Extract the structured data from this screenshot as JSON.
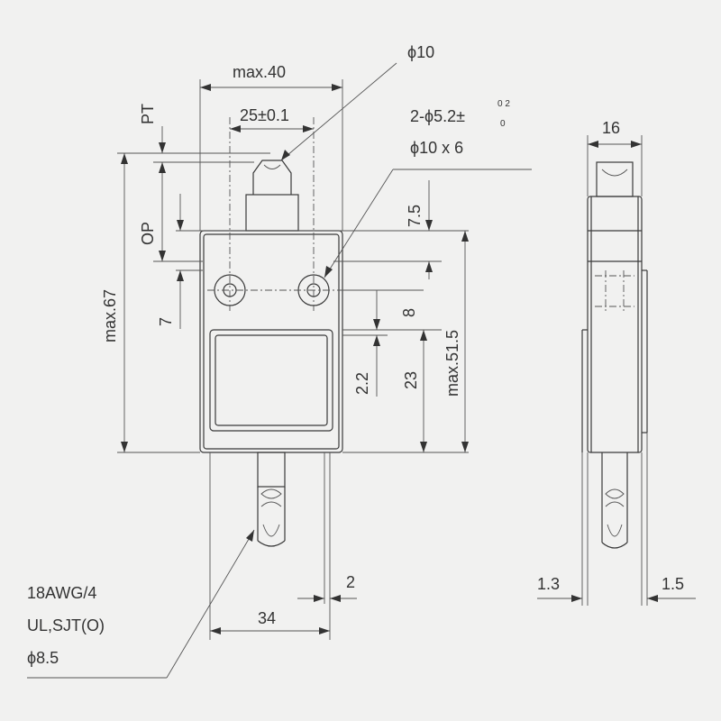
{
  "labels": {
    "phi10": "ϕ10",
    "max40": "max.40",
    "tol25": "25±0.1",
    "holes_main": "2-ϕ5.2±",
    "holes_tol_upper": "0 2",
    "holes_tol_lower": "0",
    "phi10x6": "ϕ10 x 6",
    "pt": "PT",
    "op": "OP",
    "max67": "max.67",
    "seven": "7",
    "seven_five": "7.5",
    "eight": "8",
    "two_two": "2.2",
    "twenty_three": "23",
    "max51_5": "max.51.5",
    "sixteen": "16",
    "one_three": "1.3",
    "one_five": "1.5",
    "thirty_four": "34",
    "two": "2",
    "cable_awg": "18AWG/4",
    "cable_ul": "UL,SJT(O)",
    "cable_dia": "ϕ8.5"
  }
}
